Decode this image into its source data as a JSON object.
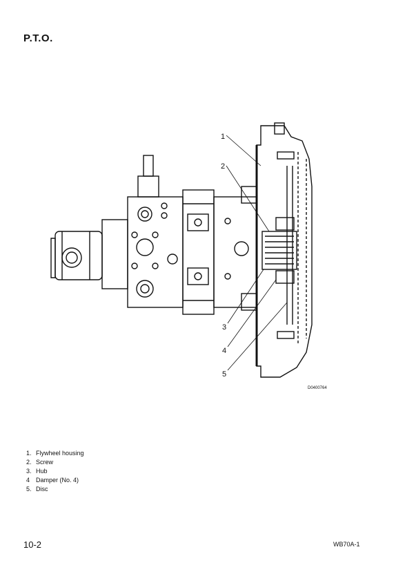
{
  "page": {
    "title": "P.T.O.",
    "figure_code": "D0400764",
    "page_number": "10-2",
    "model": "WB70A-1"
  },
  "figure": {
    "callouts": [
      "1",
      "2",
      "3",
      "4",
      "5"
    ]
  },
  "legend": [
    {
      "num": "1.",
      "text": "Flywheel housing"
    },
    {
      "num": "2.",
      "text": "Screw"
    },
    {
      "num": "3.",
      "text": "Hub"
    },
    {
      "num": "4",
      "text": "Damper (No. 4)"
    },
    {
      "num": "5.",
      "text": "Disc"
    }
  ]
}
